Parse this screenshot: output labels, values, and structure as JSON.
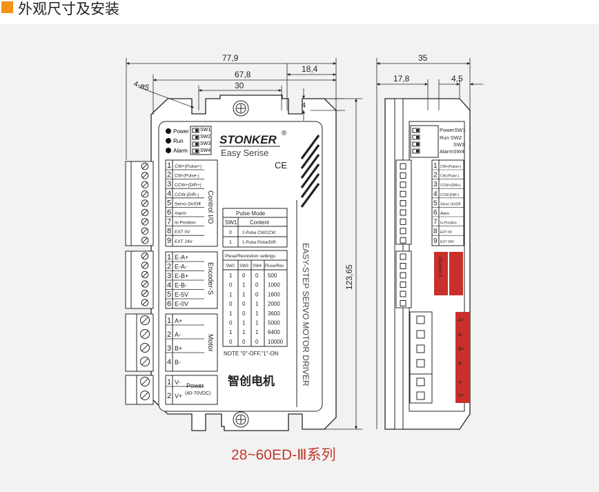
{
  "section_title": "外观尺寸及安装",
  "caption": "28~60ED-Ⅲ系列",
  "accent_color": "#f29217",
  "caption_color": "#c0392b",
  "front_dims": {
    "overall_width": "77,9",
    "hole_span": "67,8",
    "slot_width": "30",
    "right_offset": "18,4",
    "hole_dia": "4-ø5",
    "slot_depth": "4",
    "height": "123,65"
  },
  "side_dims": {
    "depth": "35",
    "left_offset": "17,8",
    "right_offset": "4,5"
  },
  "brand": {
    "logo": "STONKER",
    "reg": "®",
    "series": "Easy Serise",
    "ce": "CE",
    "cn_brand": "智创电机"
  },
  "vertical_title": "EASY-STEP SERVO MOTOR DRIVER",
  "leds": [
    "Power",
    "Run",
    "Alarm"
  ],
  "switches": [
    "SW1",
    "SW2",
    "SW3",
    "SW4"
  ],
  "control_io": {
    "title": "Control I/O",
    "pins": [
      {
        "n": "1",
        "label": "CW+(Pulse+)"
      },
      {
        "n": "2",
        "label": "CW-(Pulse-)"
      },
      {
        "n": "3",
        "label": "CCW+(DIR+)"
      },
      {
        "n": "4",
        "label": "CCW-(DIR-)"
      },
      {
        "n": "5",
        "label": "Servo On/Off"
      },
      {
        "n": "6",
        "label": "Alarm"
      },
      {
        "n": "7",
        "label": "In-Position"
      },
      {
        "n": "8",
        "label": "EXT 0V"
      },
      {
        "n": "9",
        "label": "EXT 24V"
      }
    ]
  },
  "encoder": {
    "title": "Encoder-S",
    "pins": [
      {
        "n": "1",
        "label": "E-A+"
      },
      {
        "n": "2",
        "label": "E-A-"
      },
      {
        "n": "3",
        "label": "E-B+"
      },
      {
        "n": "4",
        "label": "E-B-"
      },
      {
        "n": "5",
        "label": "E-5V"
      },
      {
        "n": "6",
        "label": "E-0V"
      }
    ]
  },
  "motor": {
    "title": "Motor",
    "pins": [
      {
        "n": "1",
        "label": "A+"
      },
      {
        "n": "2",
        "label": "A-"
      },
      {
        "n": "3",
        "label": "B+"
      },
      {
        "n": "4",
        "label": "B-"
      }
    ]
  },
  "power": {
    "title": "Power",
    "subtitle": "(40-70VDC)",
    "pins": [
      {
        "n": "1",
        "label": "V-"
      },
      {
        "n": "2",
        "label": "V+"
      }
    ]
  },
  "pulse_mode": {
    "title": "Pulse Mode",
    "headers": [
      "SW1",
      "Content"
    ],
    "rows": [
      [
        "0",
        "2-Pulse CW/CCW"
      ],
      [
        "1",
        "1-Pulse Pulse/DIR"
      ]
    ]
  },
  "pulse_rev": {
    "title": "Pluse/Revolution settings",
    "headers": [
      "SW2",
      "SW3",
      "SW4",
      "Pluse/Rev"
    ],
    "rows": [
      [
        "1",
        "0",
        "0",
        "500"
      ],
      [
        "0",
        "1",
        "0",
        "1000"
      ],
      [
        "1",
        "1",
        "0",
        "1600"
      ],
      [
        "0",
        "0",
        "1",
        "2000"
      ],
      [
        "1",
        "0",
        "1",
        "3600"
      ],
      [
        "0",
        "1",
        "1",
        "5000"
      ],
      [
        "1",
        "1",
        "1",
        "6400"
      ],
      [
        "0",
        "0",
        "0",
        "10000"
      ]
    ],
    "note": "NOTE \"0\"-OFF,\"1\"-ON"
  },
  "side_labels": {
    "switch_labels": [
      "PowerSW1",
      "Run   SW2",
      "SW3",
      "AlarmSW4"
    ],
    "io_pins": [
      {
        "n": "1",
        "label": "CW+(Pulse+)"
      },
      {
        "n": "2",
        "label": "CW-(Pulse-)"
      },
      {
        "n": "3",
        "label": "CCW+(DIR+)"
      },
      {
        "n": "4",
        "label": "CCW-(DIR-)"
      },
      {
        "n": "5",
        "label": "Servo On/Off"
      },
      {
        "n": "6",
        "label": "Alarm"
      },
      {
        "n": "7",
        "label": "In-Position"
      },
      {
        "n": "8",
        "label": "EXT 0V"
      },
      {
        "n": "9",
        "label": "EXT 24V"
      }
    ],
    "motor_tags": [
      "A+",
      "A-",
      "B+",
      "B-"
    ],
    "power_tags": [
      "V-",
      "V+"
    ],
    "red_color": "#c9302c"
  }
}
